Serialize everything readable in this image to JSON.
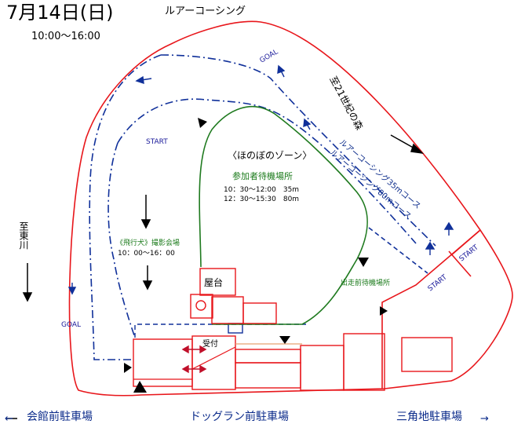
{
  "header": {
    "date": "7月14日(日)",
    "event": "ルアーコーシング",
    "hours": "10:00〜16:00"
  },
  "labels": {
    "goal_top": "GOAL",
    "goal_left": "GOAL",
    "start_inner": "START",
    "start_right_a": "START",
    "start_right_b": "START",
    "forest": "至21世紀の森",
    "to_east": "至東川"
  },
  "course": {
    "line_35": "ルアーコーシング35mコース",
    "line_80": "ルアーコーシング80mコース"
  },
  "zone": {
    "title": "〈ほのぼのゾーン〉",
    "waiting_area": "参加者待機場所",
    "slot_1": "10：30〜12:00　35m",
    "slot_2": "12：30〜15:30　80m",
    "pre_run_area": "出走前待機場所"
  },
  "flying_dog": {
    "title": "《飛行犬》撮影会場",
    "hours": "10：00〜16：00"
  },
  "buildings": {
    "stall": "屋台",
    "reception": "受付"
  },
  "parking": {
    "left": "会館前駐車場",
    "center": "ドッグラン前駐車場",
    "right": "三角地駐車場",
    "arrow_left": "←",
    "arrow_right": "→"
  },
  "colors": {
    "boundary": "#e8161b",
    "course": "#10309a",
    "zone": "#1f7a1f",
    "text_blue": "#1a1a9a"
  }
}
